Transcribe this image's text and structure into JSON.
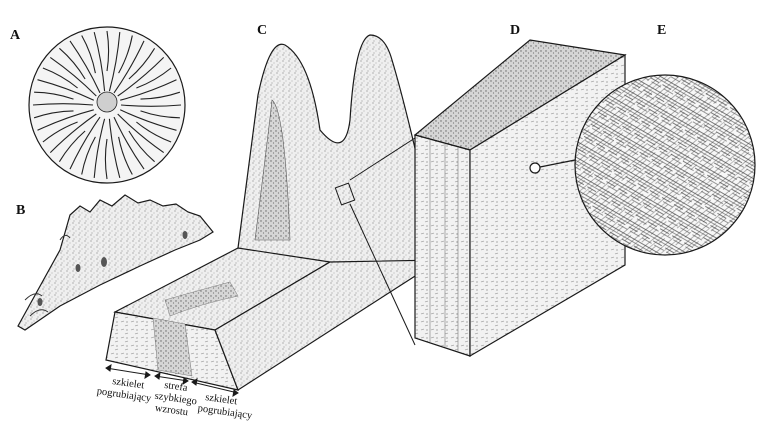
{
  "panels": {
    "a": "A",
    "b": "B",
    "c": "C",
    "d": "D",
    "e": "E"
  },
  "zone_labels": {
    "left": [
      "szkielet",
      "pogrubiający"
    ],
    "middle": [
      "strefa",
      "szybkiego",
      "wzrostu"
    ],
    "right": [
      "szkielet",
      "pogrubiający"
    ]
  },
  "colors": {
    "ink": "#1a1a1a",
    "stipple": "#bdbdbd",
    "face_light": "#ececec",
    "face_mid": "#d9d9d9",
    "face_dark": "#c4c4c4"
  }
}
